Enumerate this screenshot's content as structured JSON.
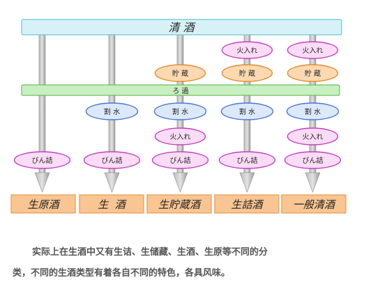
{
  "diagram": {
    "top_bar": "清 酒",
    "filter_bar": "ろ 過",
    "step_labels": {
      "hiire": "火入れ",
      "chozo": "貯 蔵",
      "warimizu": "割 水",
      "binzume": "びん詰"
    },
    "products": [
      "生原酒",
      "生  酒",
      "生貯蔵酒",
      "生詰酒",
      "一般清酒"
    ]
  },
  "caption": {
    "line1": "实际上在生酒中又有生诘、生储藏、生酒、生原等不同的分",
    "line2": "类，不同的生酒类型有着各自不同的特色，各具风味。"
  },
  "colors": {
    "top_bar_fill": "#d6f2f7",
    "top_bar_stroke": "#6fc3d6",
    "filter_fill": "#c8efc1",
    "filter_stroke": "#6cc05d",
    "hiire_fill": "#fadcf6",
    "hiire_stroke": "#c63fc1",
    "chozo_fill": "#fcd9b0",
    "chozo_stroke": "#e68a2e",
    "warimizu_fill": "#dce8fb",
    "warimizu_stroke": "#4a78d2",
    "product_fill": "#f9c592",
    "product_stroke": "#e69a52",
    "arrow": "#999999"
  }
}
